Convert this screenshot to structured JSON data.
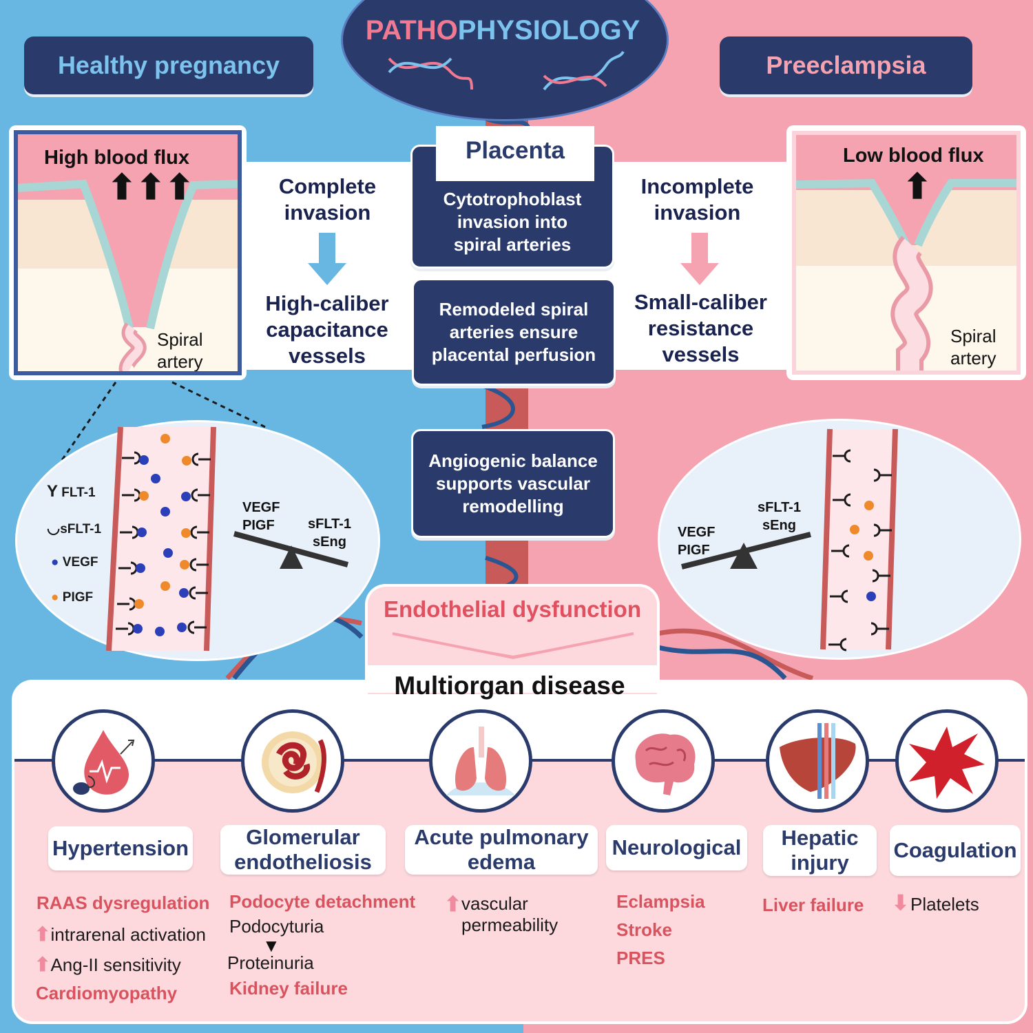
{
  "header": {
    "title_part1": "PATHO",
    "title_part2": "PHYSIOLOGY",
    "left_label": "Healthy pregnancy",
    "right_label": "Preeclampsia"
  },
  "healthy": {
    "flux_label": "High blood flux",
    "artery_label_1": "Spiral",
    "artery_label_2": "artery",
    "invasion_1": "Complete",
    "invasion_2": "invasion",
    "vessels_1": "High-caliber",
    "vessels_2": "capacitance",
    "vessels_3": "vessels"
  },
  "preeclampsia": {
    "flux_label": "Low blood flux",
    "artery_label_1": "Spiral",
    "artery_label_2": "artery",
    "invasion_1": "Incomplete",
    "invasion_2": "invasion",
    "vessels_1": "Small-caliber",
    "vessels_2": "resistance",
    "vessels_3": "vessels"
  },
  "center": {
    "placenta": "Placenta",
    "box1_l1": "Cytotrophoblast",
    "box1_l2": "invasion  into",
    "box1_l3": "spiral arteries",
    "box2_l1": "Remodeled spiral",
    "box2_l2": "arteries ensure",
    "box2_l3": "placental perfusion",
    "box3_l1": "Angiogenic balance",
    "box3_l2": "supports vascular",
    "box3_l3": "remodelling",
    "endothelial": "Endothelial dysfunction"
  },
  "legend": {
    "flt1": "FLT-1",
    "sflt1": "sFLT-1",
    "vegf": "VEGF",
    "pigf": "PIGF"
  },
  "balance_left": {
    "low_side_1": "VEGF",
    "low_side_2": "PIGF",
    "high_side_1": "sFLT-1",
    "high_side_2": "sEng"
  },
  "balance_right": {
    "left_1": "VEGF",
    "left_2": "PIGF",
    "right_1": "sFLT-1",
    "right_2": "sEng"
  },
  "multiorgan": {
    "title": "Multiorgan disease",
    "organs": [
      {
        "label": "Hypertension",
        "icon": "blood-drop-pressure-icon"
      },
      {
        "label_1": "Glomerular",
        "label_2": "endotheliosis",
        "icon": "kidney-glomerulus-icon"
      },
      {
        "label_1": "Acute pulmonary",
        "label_2": "edema",
        "icon": "lungs-icon"
      },
      {
        "label": "Neurological",
        "icon": "brain-icon"
      },
      {
        "label_1": "Hepatic",
        "label_2": "injury",
        "icon": "liver-icon"
      },
      {
        "label": "Coagulation",
        "icon": "platelet-icon"
      }
    ],
    "hypertension": {
      "raas": "RAAS dysregulation",
      "intrarenal": "intrarenal activation",
      "angii": "Ang-II sensitivity",
      "cardio": "Cardiomyopathy"
    },
    "glomerular": {
      "podocyte_detach": "Podocyte detachment",
      "podocyturia": "Podocyturia",
      "proteinuria": "Proteinuria",
      "kidney_failure": "Kidney failure"
    },
    "pulmonary": {
      "line1": "vascular",
      "line2": "permeability"
    },
    "neuro": {
      "eclampsia": "Eclampsia",
      "stroke": "Stroke",
      "pres": "PRES"
    },
    "hepatic": {
      "liver_failure": "Liver failure"
    },
    "coag": {
      "platelets": "Platelets"
    }
  },
  "colors": {
    "left_bg": "#68b7e3",
    "right_bg": "#f5a3b1",
    "navy": "#2a3a6b",
    "red_text": "#d9535e",
    "vegf_dot": "#2a3fb8",
    "pigf_dot": "#ef8a2c"
  }
}
